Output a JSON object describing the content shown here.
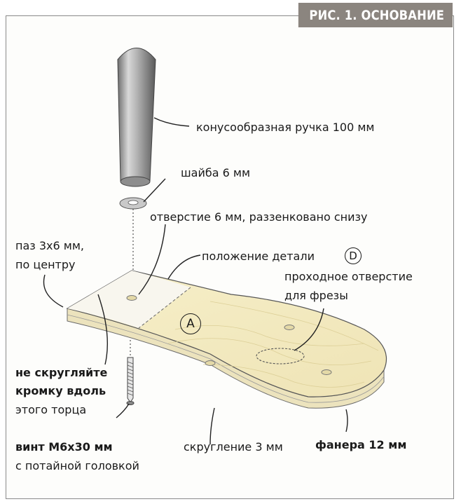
{
  "title": "РИС. 1. ОСНОВАНИЕ",
  "labels": {
    "handle": "конусообразная ручка 100 мм",
    "washer": "шайба 6 мм",
    "hole": "отверстие 6 мм, раззенковано снизу",
    "groove_line1": "паз 3х6 мм,",
    "groove_line2": "по центру",
    "part_position": "положение детали",
    "part_letter": "D",
    "through_hole_line1": "проходное отверстие",
    "through_hole_line2": "для фрезы",
    "part_a": "A",
    "no_round_line1": "не скругляйте",
    "no_round_line2": "кромку вдоль",
    "no_round_line3": "этого торца",
    "screw_line1": "винт М6х30 мм",
    "screw_line2": "с потайной головкой",
    "rounding": "скругление 3 мм",
    "plywood": "фанера 12 мм"
  },
  "colors": {
    "title_bg": "#8b857f",
    "wood": "#f3ebc2",
    "wood_light": "#f8f6ee",
    "edge": "#e6dcb4"
  }
}
